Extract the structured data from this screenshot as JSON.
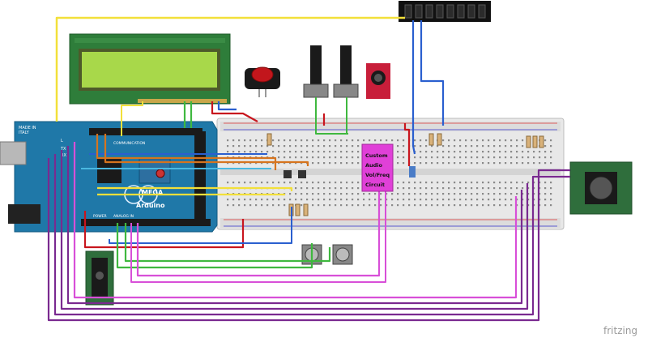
{
  "board": {
    "made_in_line1": "MADE IN",
    "made_in_line2": "ITALY",
    "brand": "Arduino",
    "model": "MEGA",
    "communication": "COMMUNICATION",
    "power": "POWER",
    "analog_in": "ANALOG IN",
    "tx": "TX",
    "rx": "RX",
    "l": "L"
  },
  "circuit_block": {
    "line1": "Custom",
    "line2": "Audio",
    "line3": "Vol/Freq",
    "line4": "Circuit",
    "color": "#e040d8"
  },
  "footer": {
    "watermark": "fritzing"
  },
  "colors": {
    "board": "#1f78a8",
    "breadboard": "#e9e9e9",
    "lcd_pcb": "#2e7d3a",
    "lcd_screen": "#a8d84a",
    "joystick_pcb": "#2f6e3c",
    "wire_yellow": "#f2e03a",
    "wire_red": "#c8161e",
    "wire_blue": "#2a5fcf",
    "wire_green": "#3fb83f",
    "wire_purple": "#7a2a90",
    "wire_magenta": "#d84fd8",
    "wire_orange": "#d6741e",
    "wire_cyan": "#4ab8e0"
  }
}
